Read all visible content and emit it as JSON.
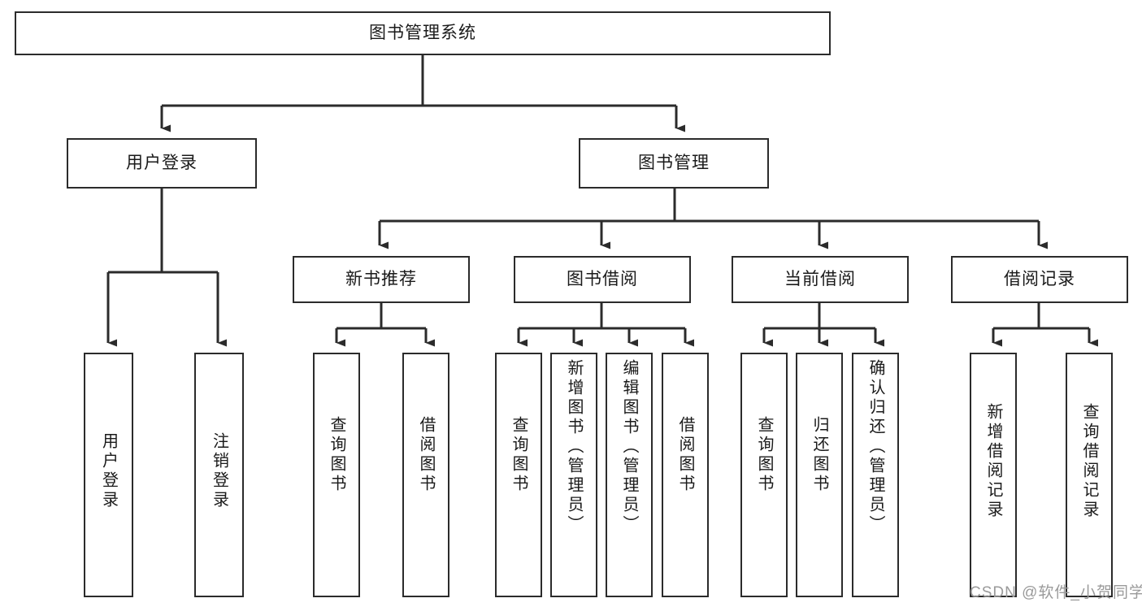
{
  "diagram": {
    "type": "tree-hierarchy",
    "title": "图书管理系统",
    "root": {
      "label": "图书管理系统"
    },
    "level2": [
      {
        "key": "user-login",
        "label": "用户登录"
      },
      {
        "key": "book-manage",
        "label": "图书管理"
      }
    ],
    "level3": [
      {
        "key": "new-book-rec",
        "label": "新书推荐",
        "parent": "book-manage"
      },
      {
        "key": "book-borrow",
        "label": "图书借阅",
        "parent": "book-manage"
      },
      {
        "key": "current-borrow",
        "label": "当前借阅",
        "parent": "book-manage"
      },
      {
        "key": "borrow-record",
        "label": "借阅记录",
        "parent": "book-manage"
      }
    ],
    "leaves": {
      "user-login": [
        {
          "key": "leaf-user-login",
          "label": "用户登录"
        },
        {
          "key": "leaf-user-logout",
          "label": "注销登录"
        }
      ],
      "new-book-rec": [
        {
          "key": "leaf-query-book-1",
          "label": "查询图书"
        },
        {
          "key": "leaf-borrow-book-1",
          "label": "借阅图书"
        }
      ],
      "book-borrow": [
        {
          "key": "leaf-query-book-2",
          "label": "查询图书"
        },
        {
          "key": "leaf-add-book",
          "label": "新增图书（管理员）"
        },
        {
          "key": "leaf-edit-book",
          "label": "编辑图书（管理员）"
        },
        {
          "key": "leaf-borrow-book-2",
          "label": "借阅图书"
        }
      ],
      "current-borrow": [
        {
          "key": "leaf-query-book-3",
          "label": "查询图书"
        },
        {
          "key": "leaf-return-book",
          "label": "归还图书"
        },
        {
          "key": "leaf-confirm-return",
          "label": "确认归还（管理员）"
        }
      ],
      "borrow-record": [
        {
          "key": "leaf-add-record",
          "label": "新增借阅记录"
        },
        {
          "key": "leaf-query-record",
          "label": "查询借阅记录"
        }
      ]
    }
  },
  "watermark": {
    "text": "CSDN @软件_小贺同学"
  },
  "colors": {
    "stroke": "#2b2b2b",
    "fill": "#ffffff",
    "text": "#1a1a1a",
    "watermark": "#9a9a9a"
  }
}
